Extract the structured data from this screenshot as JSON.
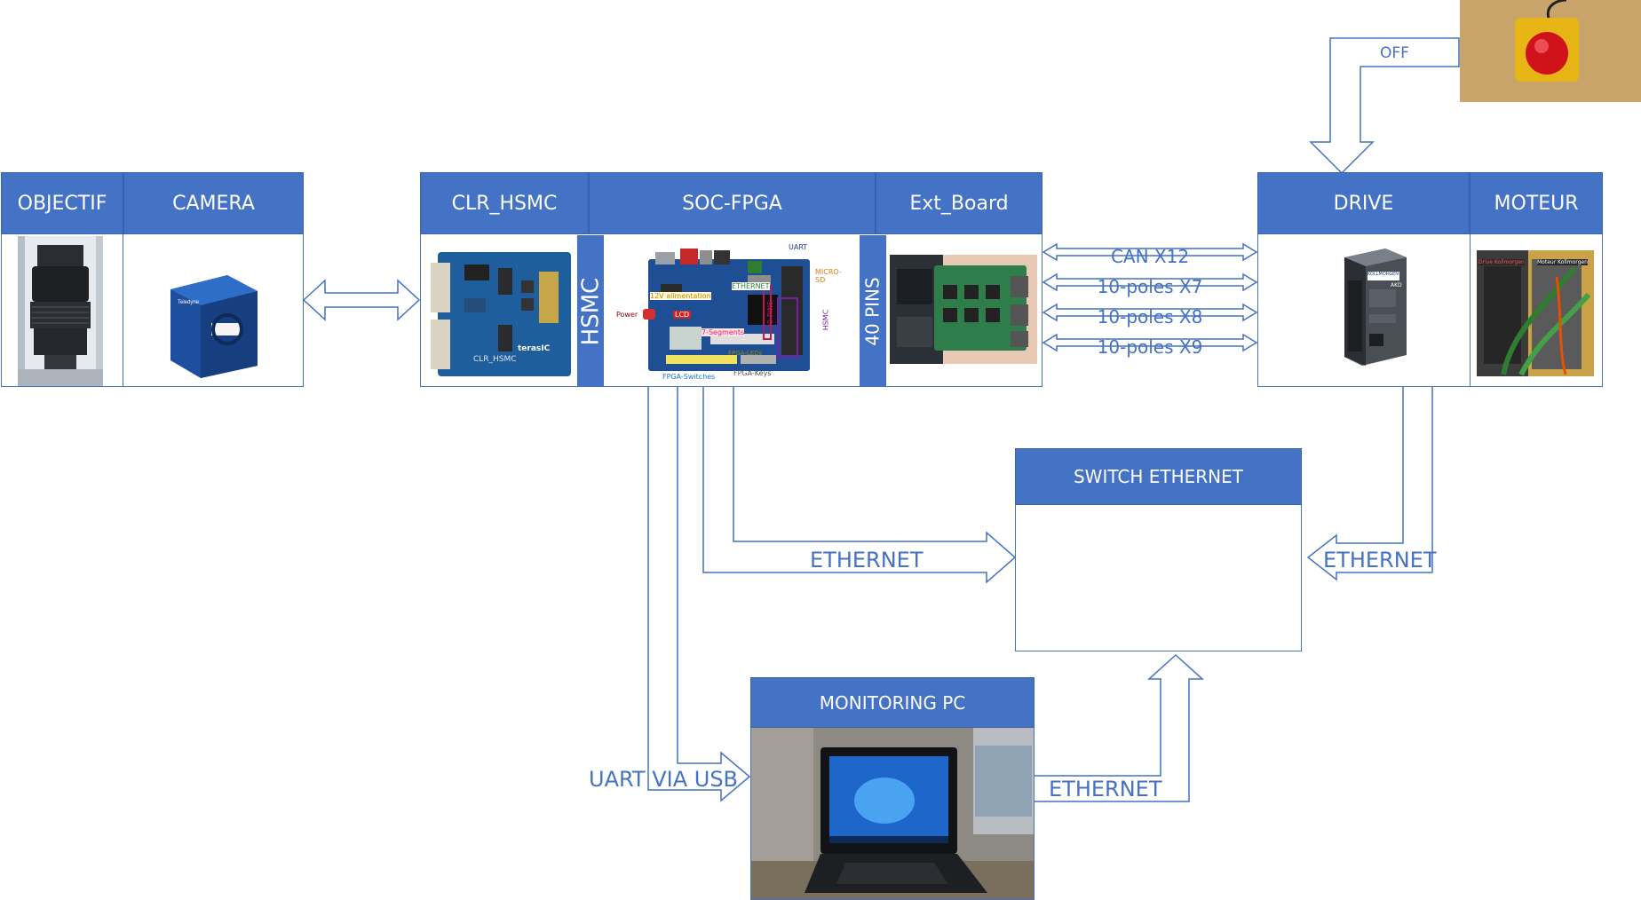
{
  "colors": {
    "accent": "#4472c4",
    "header_text": "#ffffff"
  },
  "headers": {
    "objectif": "OBJECTIF",
    "camera": "CAMERA",
    "clr_hsmc": "CLR_HSMC",
    "soc_fpga": "SOC-FPGA",
    "ext_board": "Ext_Board",
    "drive": "DRIVE",
    "moteur": "MOTEUR",
    "switch_ethernet": "SWITCH ETHERNET",
    "monitoring_pc": "MONITORING PC"
  },
  "vertical_labels": {
    "hsmc": "HSMC",
    "pins40": "40 PINS"
  },
  "bus_labels": [
    "CAN X12",
    "10-poles X7",
    "10-poles X8",
    "10-poles X9"
  ],
  "link_labels": {
    "ethernet_fpga": "ETHERNET",
    "ethernet_drive": "ETHERNET",
    "ethernet_pc": "ETHERNET",
    "uart_usb": "UART VIA USB",
    "off": "OFF"
  },
  "board_annotations": {
    "uart": "UART",
    "ethernet": "ETHERNET",
    "micro_sd": "MICRO-SD",
    "alimentation": "12V alimentation",
    "power": "Power",
    "lcd": "LCD",
    "pins40": "40-PINS",
    "hsmc": "HSMC",
    "seven_segments": "7-Segments",
    "fpga_switches": "FPGA-Switches",
    "fpga_keys": "FPGA-Keys",
    "leds": "FPGA-LEDs"
  },
  "photo_labels": {
    "clr_board_print": "CLR_HSMC",
    "terasic_logo": "terasIC",
    "drive_brand": "KOLLMORGEN",
    "drive_model": "AKD",
    "drive_tag": "Drive Kollmorgen",
    "motor_tag": "Moteur Kollmorgen"
  },
  "icons": {
    "camera": "camera-icon",
    "lens": "lens-icon",
    "laptop": "laptop-icon",
    "emergency_stop": "emergency-stop-icon"
  }
}
